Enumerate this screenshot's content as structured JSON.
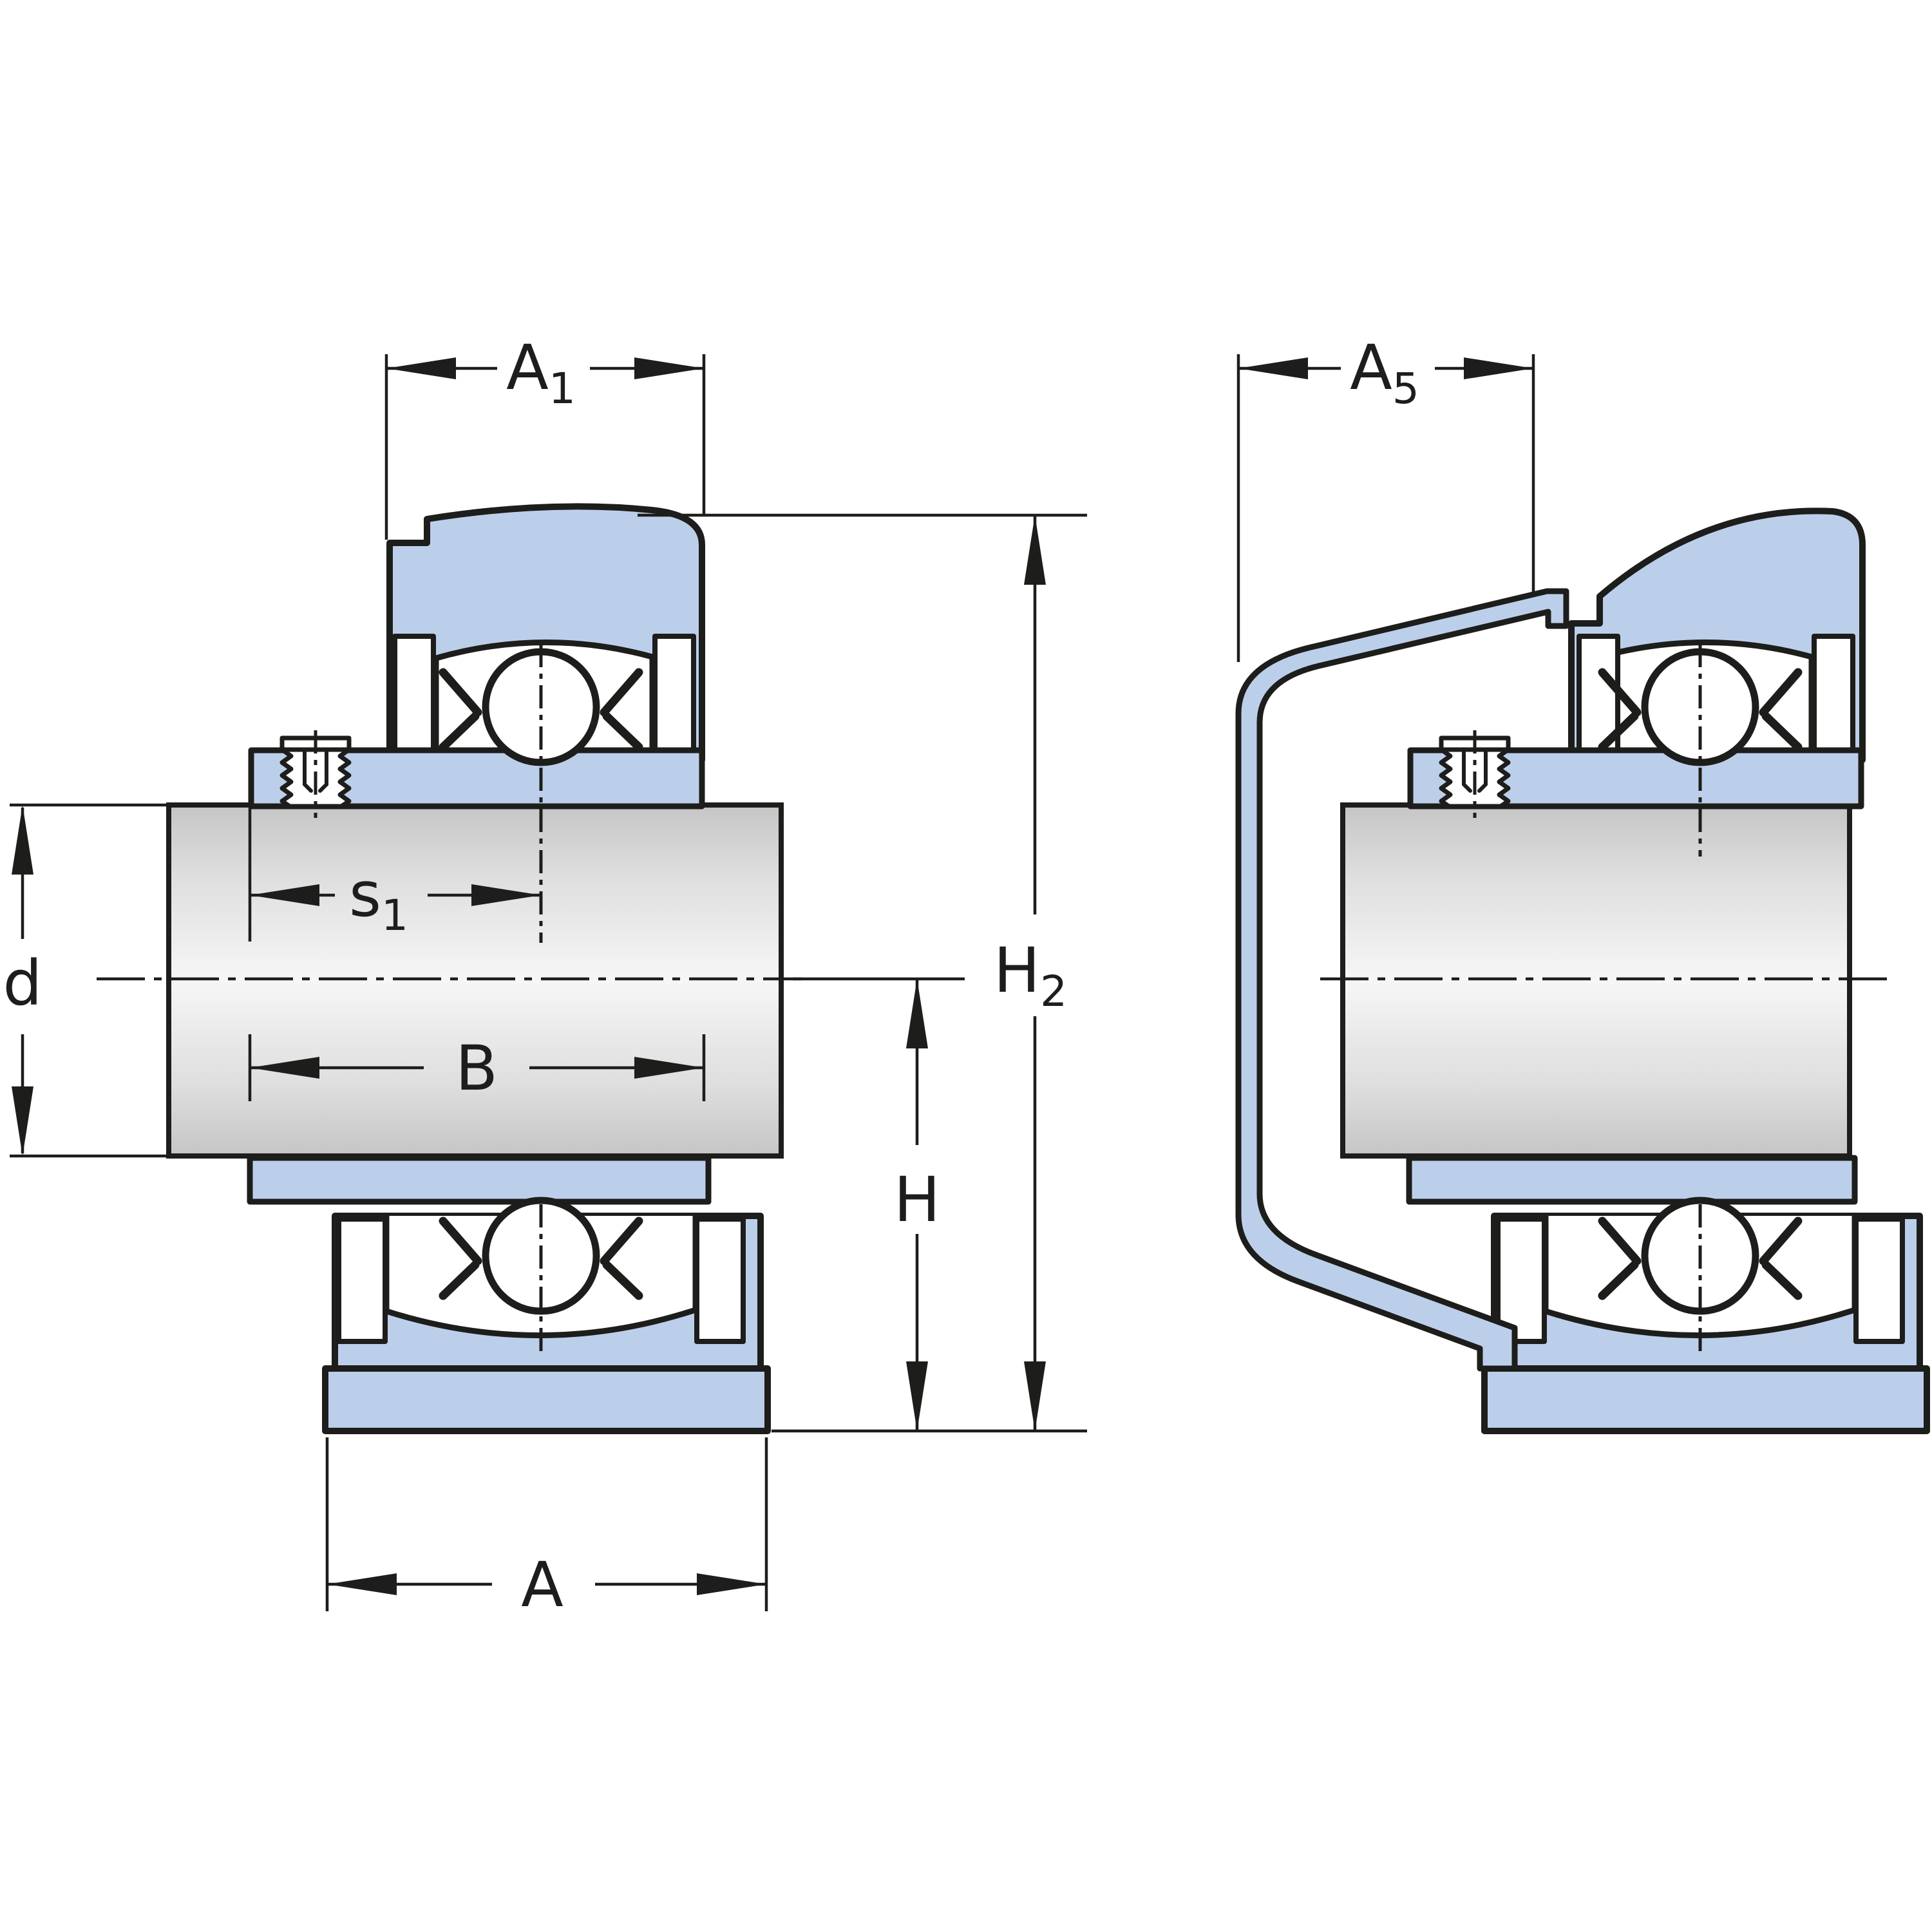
{
  "drawing": {
    "type": "bearing-unit-cross-section",
    "colors": {
      "housing": "#bccfea",
      "line": "#1d1d1b",
      "shaft_edge": "#c5c5c5",
      "shaft_mid": "#f6f6f6",
      "background": "#ffffff"
    },
    "dims": {
      "A1": {
        "main": "A",
        "sub": "1"
      },
      "A5": {
        "main": "A",
        "sub": "5"
      },
      "s1": {
        "main": "s",
        "sub": "1"
      },
      "d": {
        "main": "d",
        "sub": ""
      },
      "B": {
        "main": "B",
        "sub": ""
      },
      "H": {
        "main": "H",
        "sub": ""
      },
      "H2": {
        "main": "H",
        "sub": "2"
      },
      "A": {
        "main": "A",
        "sub": ""
      }
    }
  }
}
